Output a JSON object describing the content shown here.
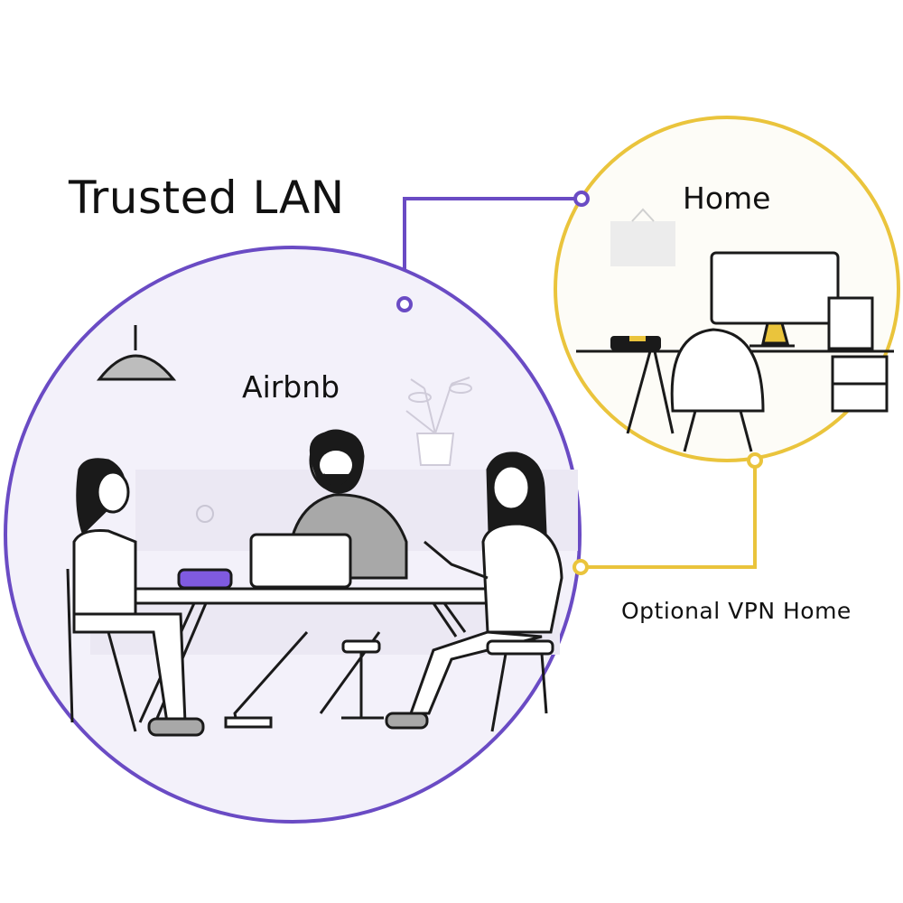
{
  "title": "Trusted LAN",
  "nodes": {
    "airbnb": {
      "label": "Airbnb"
    },
    "home": {
      "label": "Home"
    }
  },
  "links": {
    "vpn": {
      "label": "Optional VPN Home"
    }
  },
  "colors": {
    "lan": "#6a4bc4",
    "lan_fill": "#f3f1fa",
    "vpn": "#eac43c",
    "vpn_fill": "#fdfcf7",
    "router": "#7f5ae0",
    "line": "#1a1a1a",
    "shirt": "#a8a8a8"
  }
}
